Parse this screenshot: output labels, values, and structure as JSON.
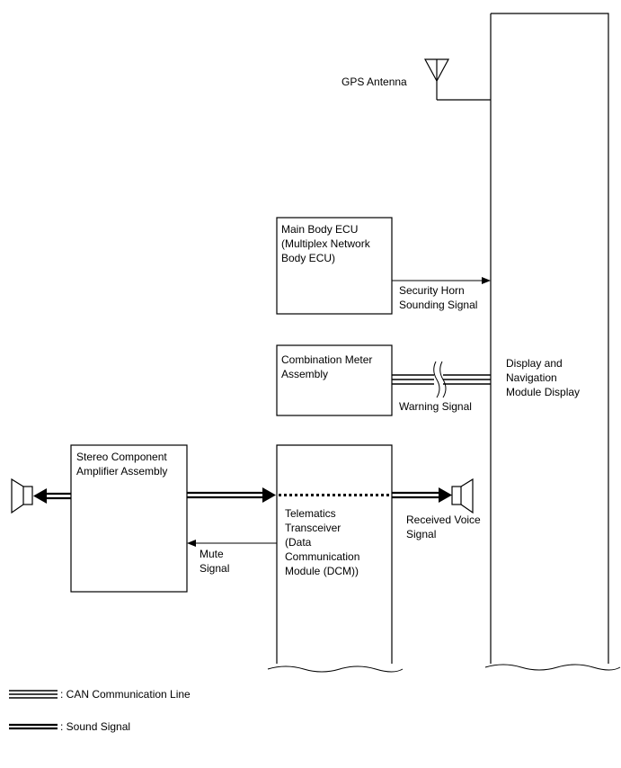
{
  "diagram": {
    "gps_antenna": {
      "label": "GPS Antenna"
    },
    "display_module": {
      "lines": [
        "Display and",
        "Navigation",
        "Module Display"
      ]
    },
    "main_body_ecu": {
      "lines": [
        "Main Body ECU",
        "(Multiplex Network",
        "Body ECU)"
      ]
    },
    "security_signal": {
      "lines": [
        "Security Horn",
        "Sounding Signal"
      ]
    },
    "combination_meter": {
      "lines": [
        "Combination Meter",
        "Assembly"
      ]
    },
    "warning_signal": {
      "label": "Warning Signal"
    },
    "stereo_amplifier": {
      "lines": [
        "Stereo Component",
        "Amplifier Assembly"
      ]
    },
    "telematics": {
      "lines": [
        "Telematics",
        "Transceiver",
        "(Data",
        "Communication",
        "Module (DCM))"
      ]
    },
    "mute_signal": {
      "lines": [
        "Mute",
        "Signal"
      ]
    },
    "received_voice": {
      "lines": [
        "Received Voice",
        "Signal"
      ]
    }
  },
  "legend": {
    "can_line": ": CAN Communication Line",
    "sound_signal": ": Sound Signal"
  }
}
